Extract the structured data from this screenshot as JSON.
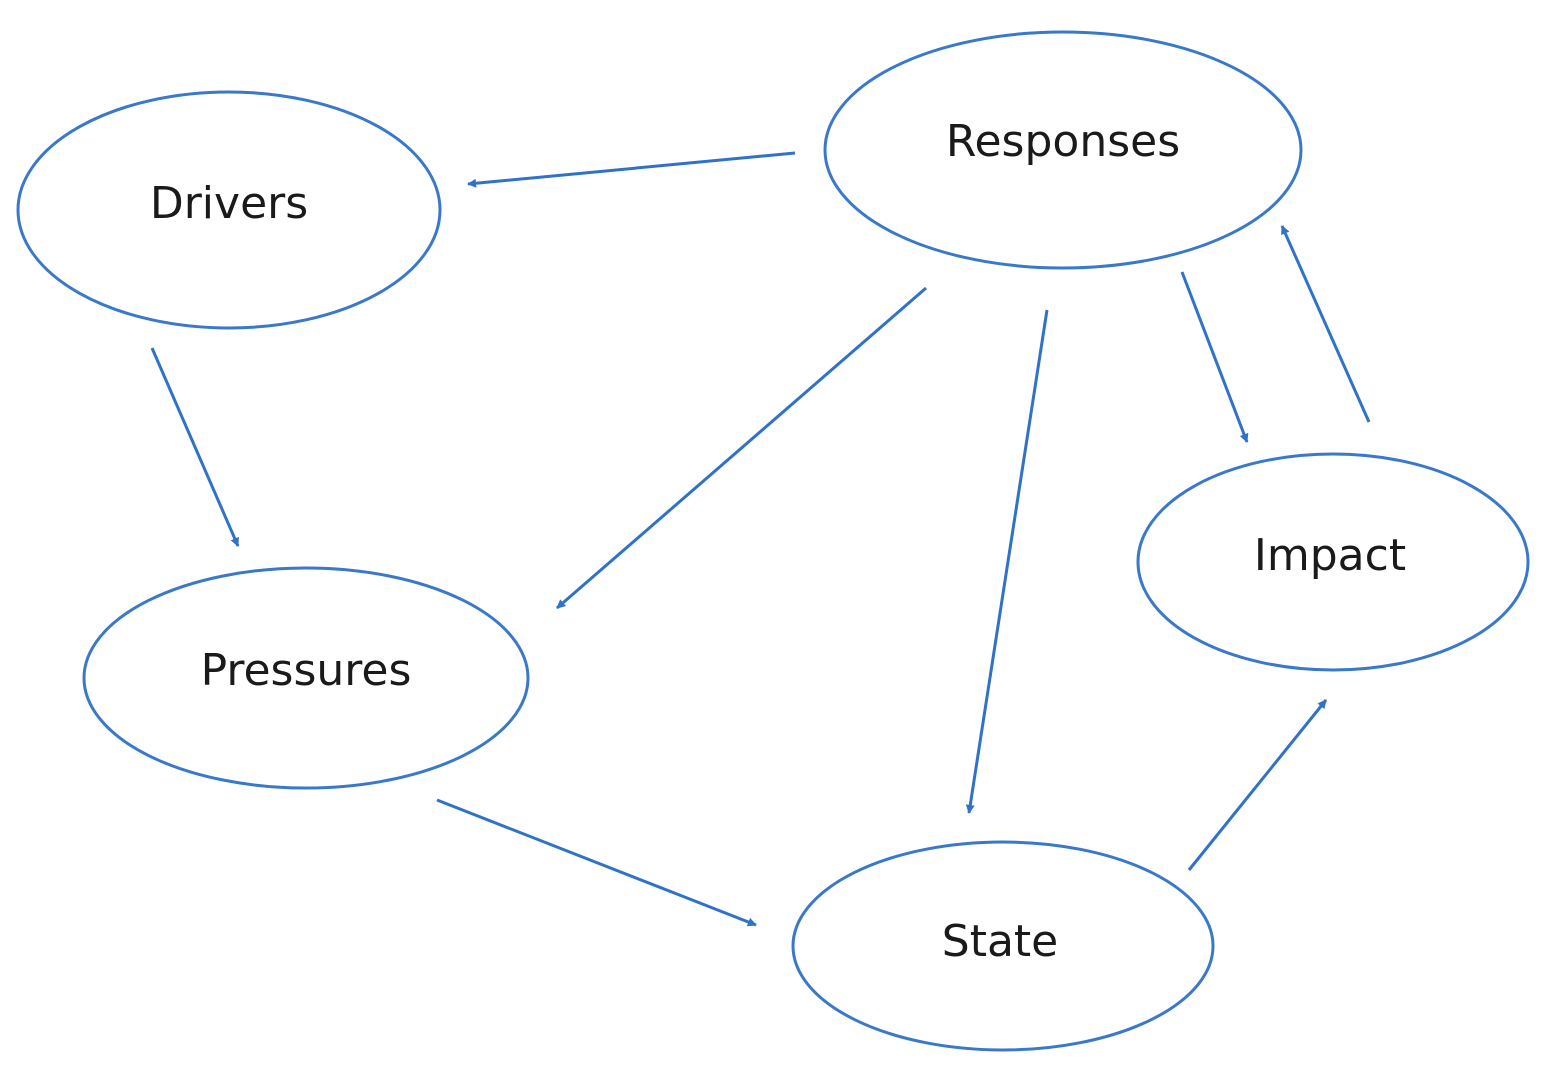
{
  "diagram": {
    "colors": {
      "stroke": "#3a78c9",
      "arrow": "#2f72c8",
      "text": "#1a1a1a"
    },
    "nodes": {
      "drivers": {
        "label": "Drivers"
      },
      "responses": {
        "label": "Responses"
      },
      "pressures": {
        "label": "Pressures"
      },
      "impact": {
        "label": "Impact"
      },
      "state": {
        "label": "State"
      }
    },
    "edges": [
      {
        "from": "responses",
        "to": "drivers"
      },
      {
        "from": "drivers",
        "to": "pressures"
      },
      {
        "from": "responses",
        "to": "pressures"
      },
      {
        "from": "responses",
        "to": "state"
      },
      {
        "from": "responses",
        "to": "impact"
      },
      {
        "from": "impact",
        "to": "responses"
      },
      {
        "from": "pressures",
        "to": "state"
      },
      {
        "from": "state",
        "to": "impact"
      }
    ]
  }
}
